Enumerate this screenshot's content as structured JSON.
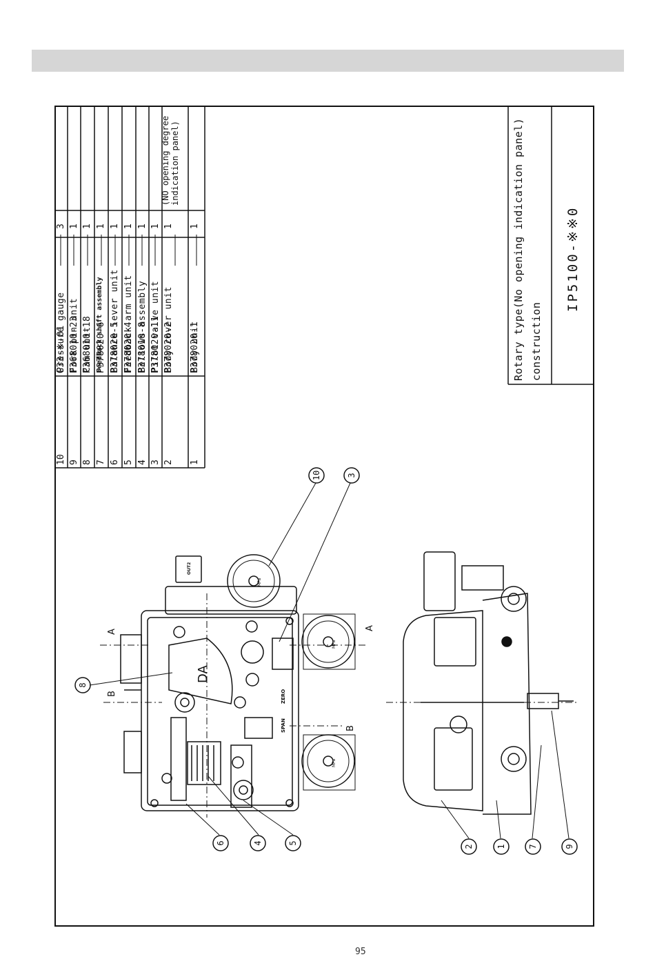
{
  "parts_list": [
    {
      "no": "10",
      "part_no": "G33-※-01",
      "name": "Pressure gauge",
      "qty": "3",
      "remark": ""
    },
    {
      "no": "9",
      "part_no": "P368010-23",
      "name": "Fork pin unit",
      "qty": "1",
      "remark": ""
    },
    {
      "no": "8",
      "part_no": "P368010-18",
      "name": "Cam unit",
      "qty": "1",
      "remark": ""
    },
    {
      "no": "7",
      "part_no": "P378020-6",
      "name": "Feedback shaft assembly",
      "qty": "1",
      "remark": ""
    },
    {
      "no": "6",
      "part_no": "P378020-5",
      "name": "Balance lever unit",
      "qty": "1",
      "remark": ""
    },
    {
      "no": "5",
      "part_no": "P378020-4",
      "name": "Feedback arm unit",
      "qty": "1",
      "remark": ""
    },
    {
      "no": "4",
      "part_no": "P378010-8",
      "name": "Bellows assembly",
      "qty": "1",
      "remark": ""
    },
    {
      "no": "3",
      "part_no": "P378020-11",
      "name": "Pilot valve unit",
      "qty": "1",
      "remark": ""
    },
    {
      "no": "2",
      "part_no": "P378020-2",
      "name": "Body cover unit",
      "qty": "1",
      "remark": "(NO opening degree\nindication panel)"
    },
    {
      "no": "1",
      "part_no": "P378020-1",
      "name": "Body unit",
      "qty": "1",
      "remark": ""
    }
  ],
  "title_block": {
    "line1": "Rotary type(No opening indication panel)",
    "line2": "construction",
    "model": "IP5100-※※0"
  },
  "drawing": {
    "section_label_a": "A",
    "section_label_b": "B",
    "cam_marking": "DA",
    "adjust_label_zero": "ZERO",
    "adjust_label_span": "SPAN",
    "gauge_face_text": "MPa",
    "port_label": "OUT2",
    "balloons": [
      "10",
      "3",
      "8",
      "6",
      "4",
      "5",
      "2",
      "1",
      "7",
      "9"
    ]
  },
  "page_number": "95"
}
